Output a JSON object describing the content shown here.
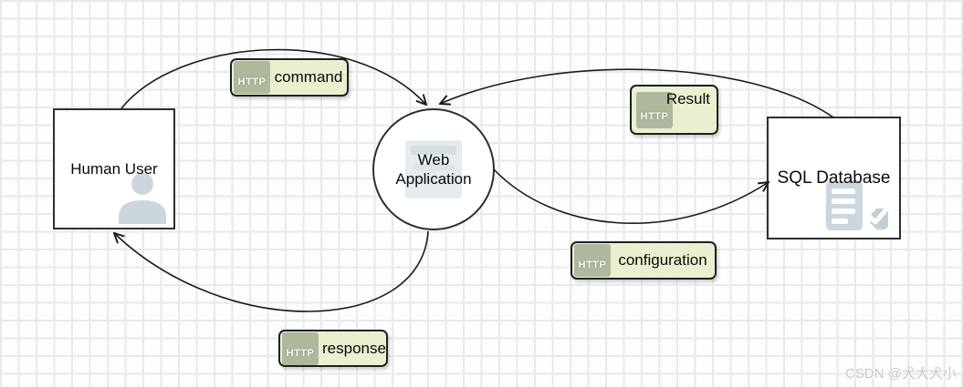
{
  "diagram": {
    "nodes": [
      {
        "id": "human-user",
        "label": "Human User",
        "shape": "rectangle",
        "icon": "person-icon"
      },
      {
        "id": "web-application",
        "label": "Web Application",
        "shape": "circle",
        "icon": "web-app-window-icon"
      },
      {
        "id": "sql-database",
        "label": "SQL Database",
        "shape": "rectangle",
        "icon": "database-check-icon"
      }
    ],
    "edges": [
      {
        "id": "command",
        "label": "command",
        "badge": "HTTP",
        "from": "human-user",
        "to": "web-application"
      },
      {
        "id": "result",
        "label": "Result",
        "badge": "HTTP",
        "from": "sql-database",
        "to": "web-application"
      },
      {
        "id": "configuration",
        "label": "configuration",
        "badge": "HTTP",
        "from": "web-application",
        "to": "sql-database"
      },
      {
        "id": "response",
        "label": "response",
        "badge": "HTTP",
        "from": "web-application",
        "to": "human-user"
      }
    ]
  },
  "watermark": "CSDN @犬大犬小",
  "colors": {
    "edge_label_bg": "#e9f0d0",
    "edge_label_border": "#1f1f1f",
    "http_badge_bg": "#b3bfa5",
    "node_bg": "#ffffff",
    "node_border": "#2e2e2e",
    "ghost_icon": "#ccd6dd",
    "arrow": "#1a1a1a",
    "grid_line": "#e9e9e9",
    "watermark_color": "#c7c7c7"
  }
}
